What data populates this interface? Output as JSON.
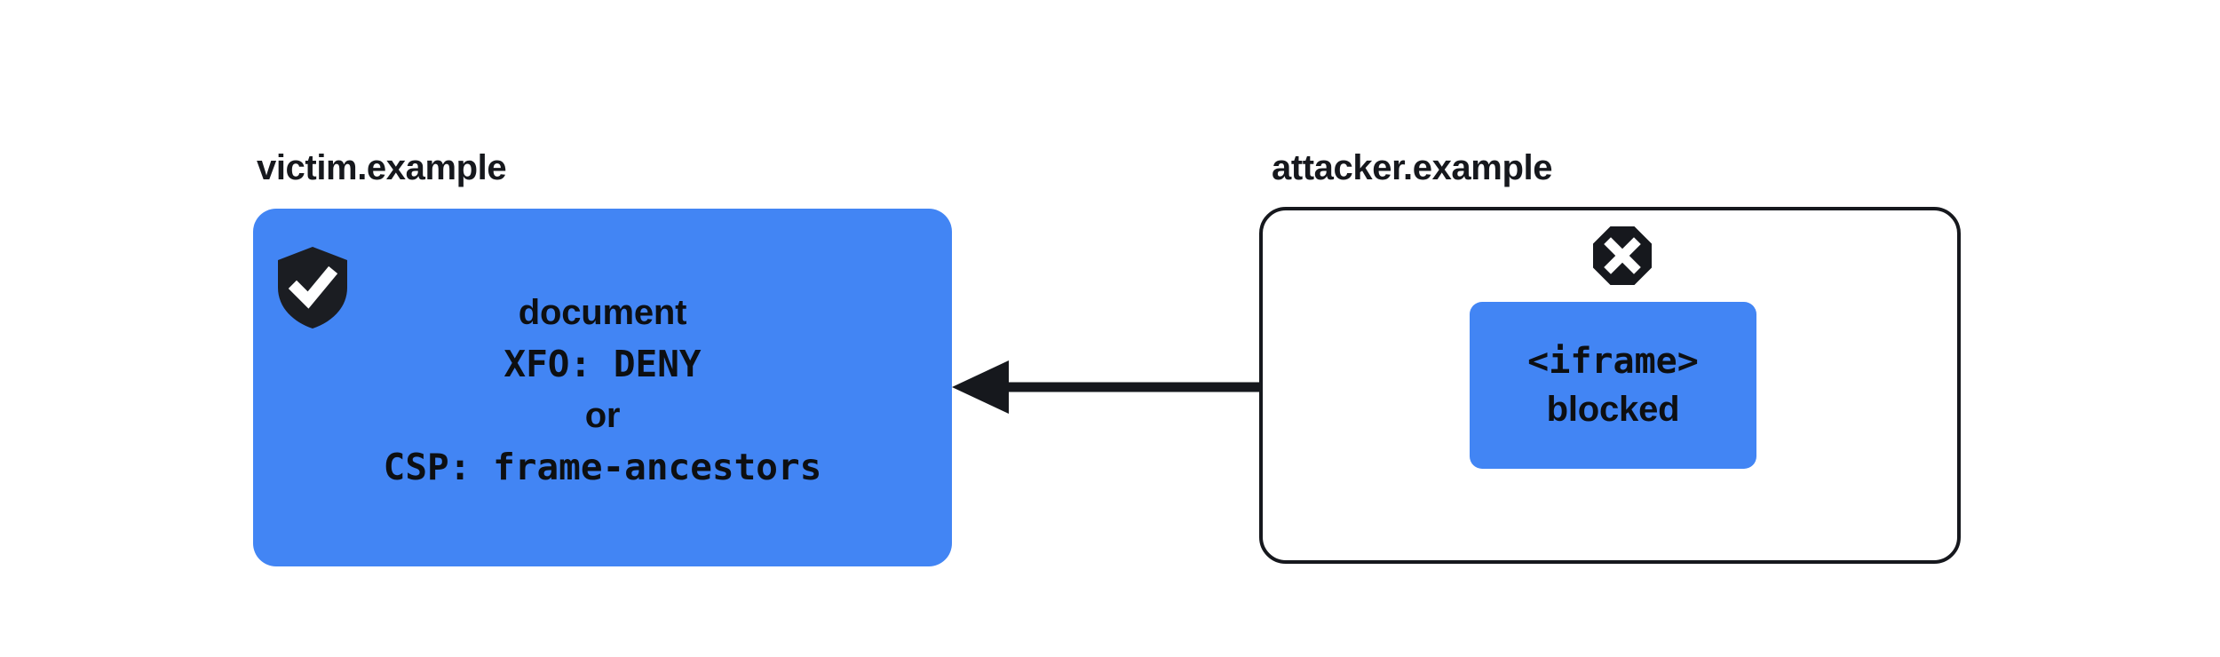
{
  "diagram": {
    "title_note": "clickjacking-defense-diagram",
    "colors": {
      "accent_blue": "#4285F4",
      "ink": "#16181D",
      "background": "#FFFFFF"
    },
    "victim": {
      "label": "victim.example",
      "status_icon": "shield-check-icon",
      "lines": [
        {
          "text": "document",
          "style": "sans"
        },
        {
          "text": "XFO: DENY",
          "style": "mono"
        },
        {
          "text": "or",
          "style": "sans"
        },
        {
          "text": "CSP: frame-ancestors",
          "style": "mono"
        }
      ]
    },
    "attacker": {
      "label": "attacker.example",
      "status_icon": "octagon-x-icon",
      "frame": {
        "tag_text": "<iframe>",
        "status_text": "blocked"
      }
    },
    "arrow": {
      "direction": "left",
      "name": "framing-attempt-arrow"
    }
  }
}
